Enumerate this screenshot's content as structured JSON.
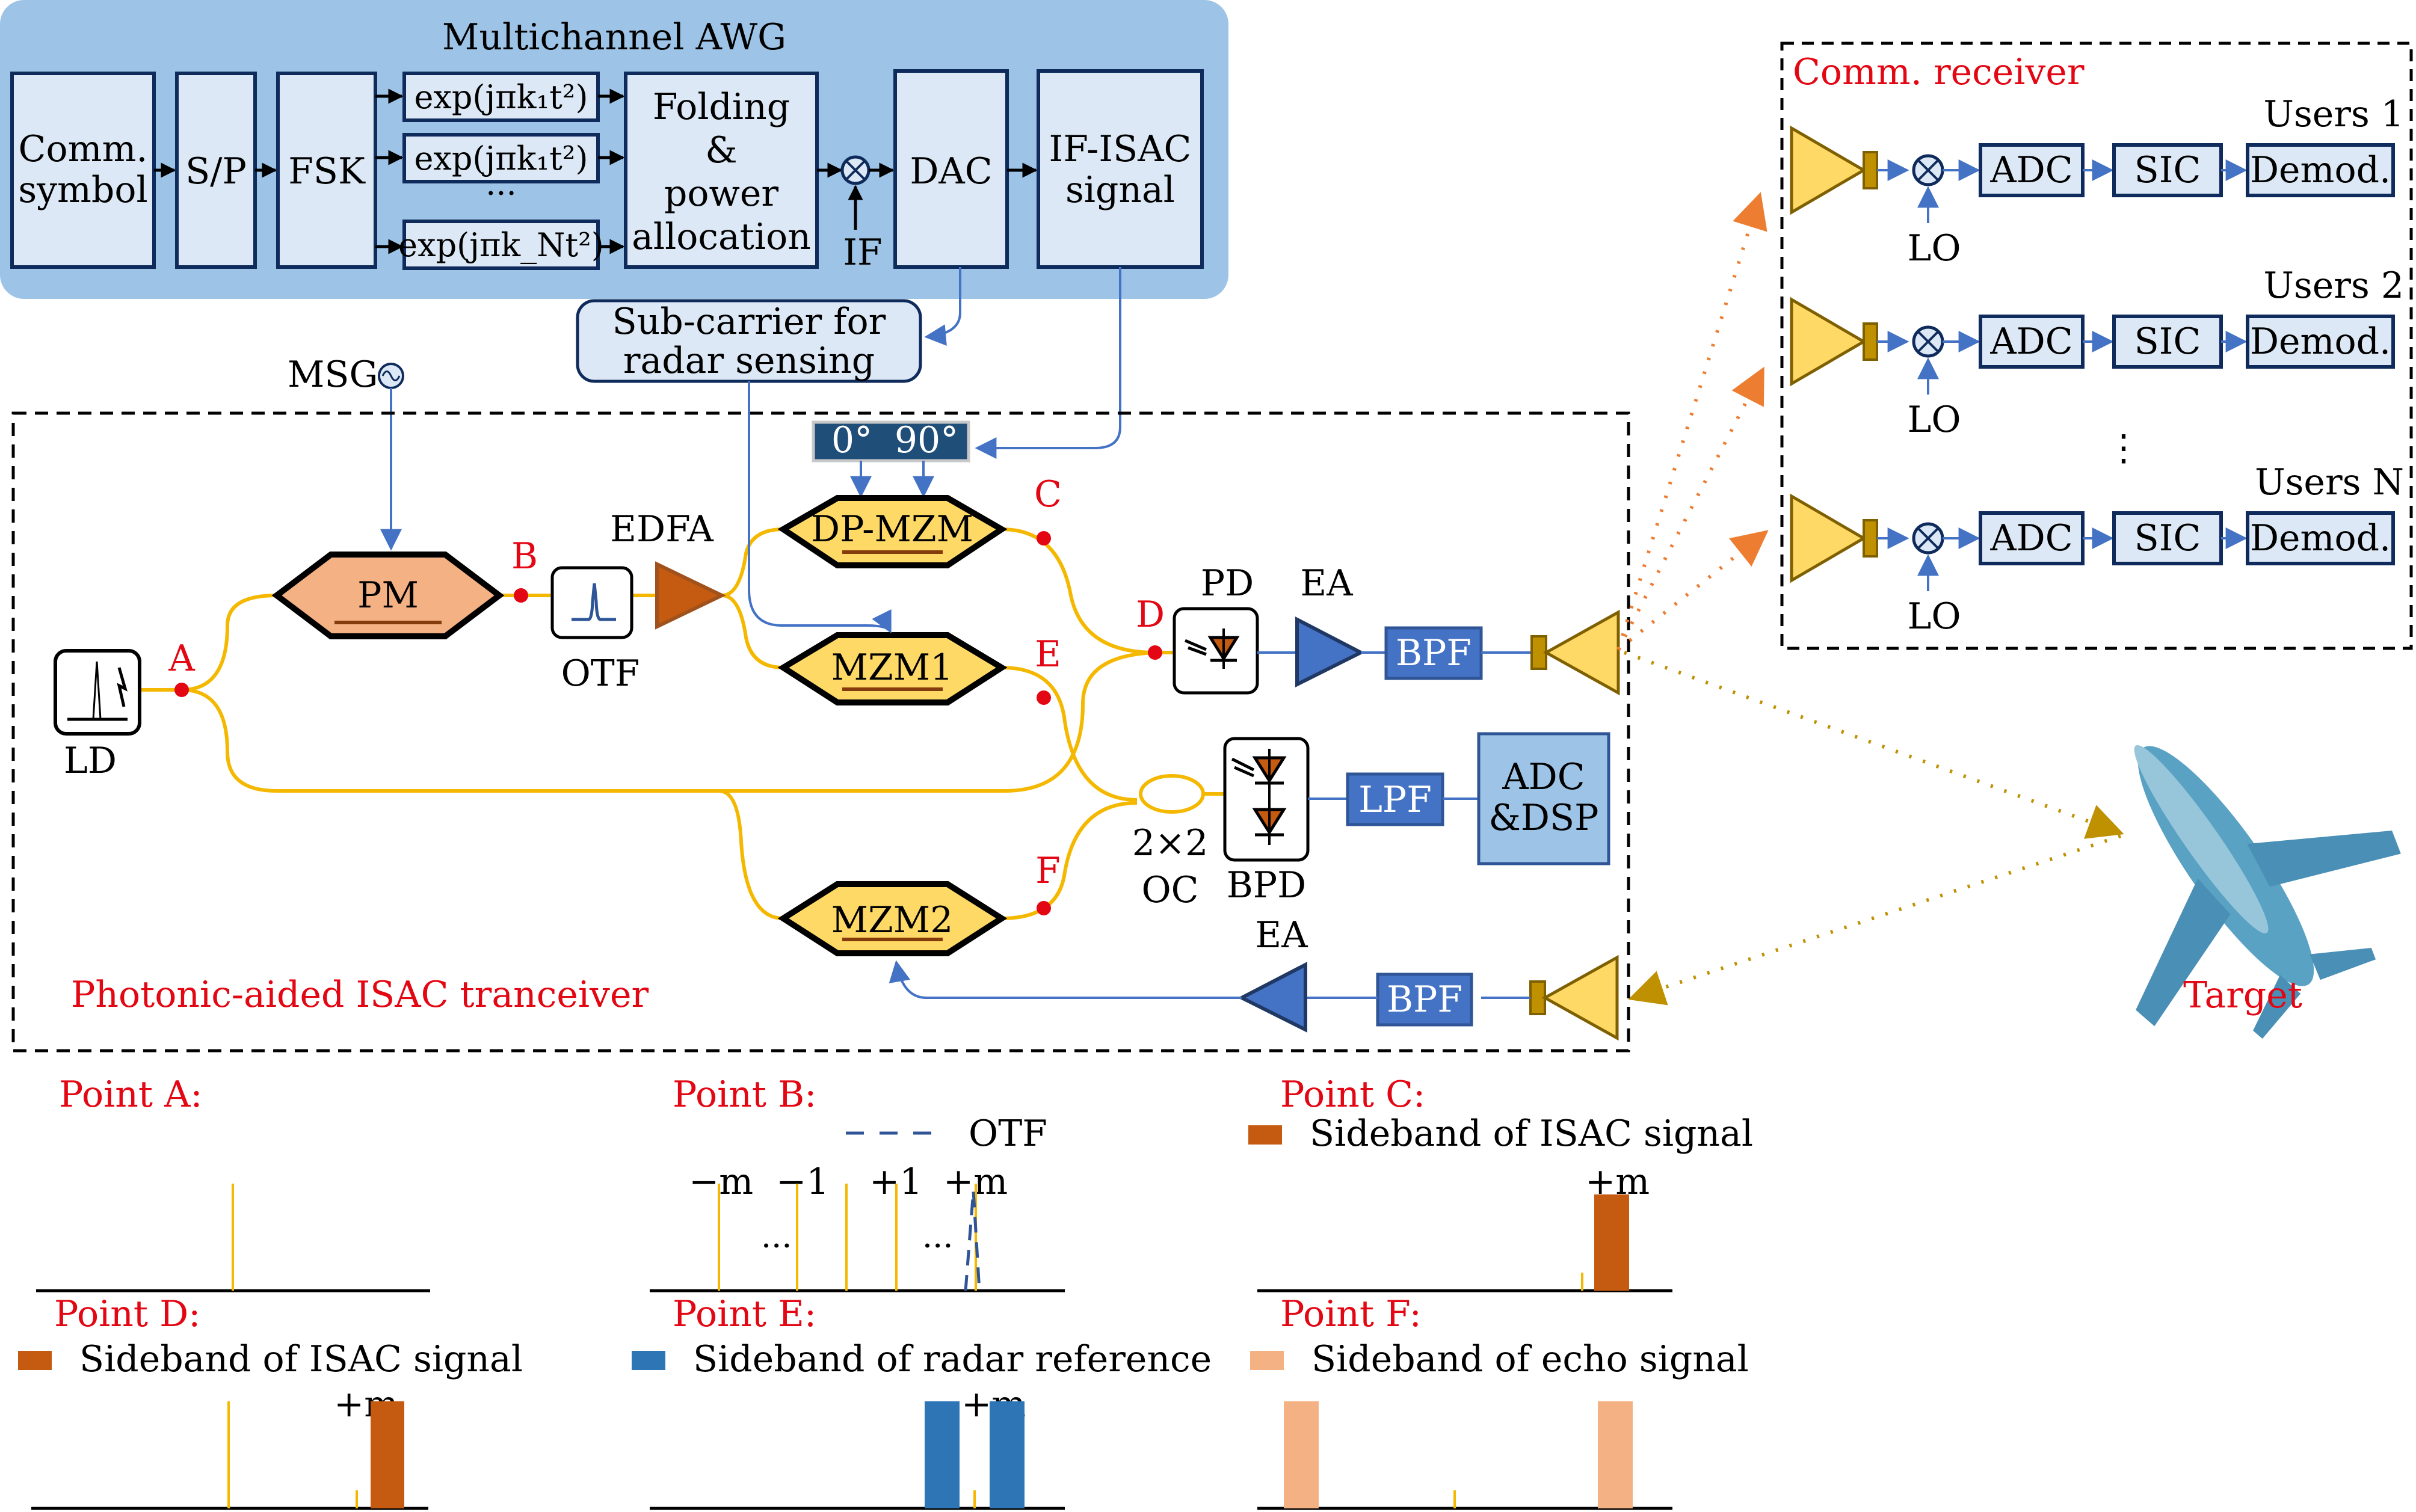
{
  "awg": {
    "title": "Multichannel AWG",
    "blocks": {
      "comm_symbol": [
        "Comm.",
        "symbol"
      ],
      "sp": "S/P",
      "fsk": "FSK",
      "chirps": [
        "exp(jπk₁t²)",
        "exp(jπk₁t²)",
        "···",
        "exp(jπk_Nt²)"
      ],
      "folding": [
        "Folding",
        "&",
        "power",
        "allocation"
      ],
      "if_label": "IF",
      "dac": "DAC",
      "ifisac": [
        "IF-ISAC",
        "signal"
      ]
    }
  },
  "subcarrier": [
    "Sub-carrier for",
    "radar sensing"
  ],
  "msg": "MSG",
  "phase_box": {
    "p0": "0°",
    "p90": "90°"
  },
  "transceiver": {
    "label": "Photonic-aided ISAC tranceiver",
    "ld": "LD",
    "pm": "PM",
    "otf": "OTF",
    "edfa": "EDFA",
    "dpmzm": "DP-MZM",
    "mzm1": "MZM1",
    "mzm2": "MZM2",
    "pd": "PD",
    "ea_tx": "EA",
    "ea_rx": "EA",
    "bpf_tx": "BPF",
    "bpf_rx": "BPF",
    "lpf": "LPF",
    "oc": [
      "2×2",
      "OC"
    ],
    "bpd": "BPD",
    "adc_dsp": [
      "ADC",
      "&DSP"
    ],
    "points": {
      "A": "A",
      "B": "B",
      "C": "C",
      "D": "D",
      "E": "E",
      "F": "F"
    }
  },
  "receiver": {
    "title": "Comm. receiver",
    "users": [
      {
        "label": "Users 1",
        "lo": "LO",
        "adc": "ADC",
        "sic": "SIC",
        "demod": "Demod."
      },
      {
        "label": "Users 2",
        "lo": "LO",
        "adc": "ADC",
        "sic": "SIC",
        "demod": "Demod."
      },
      {
        "label": "Users N",
        "lo": "LO",
        "adc": "ADC",
        "sic": "SIC",
        "demod": "Demod."
      }
    ],
    "ellipsis": "⋮"
  },
  "target": {
    "label": "Target"
  },
  "spectra": {
    "A": {
      "title": "Point A:"
    },
    "B": {
      "title": "Point B:",
      "legend": "OTF",
      "labels": [
        "−m",
        "−1",
        "+1",
        "+m"
      ],
      "dots": [
        "···",
        "···"
      ]
    },
    "C": {
      "title": "Point C:",
      "legend": "Sideband of ISAC signal",
      "mark": "+m"
    },
    "D": {
      "title": "Point D:",
      "legend": "Sideband of ISAC signal",
      "mark": "+m"
    },
    "E": {
      "title": "Point E:",
      "legend": "Sideband of radar reference",
      "mark": "+m"
    },
    "F": {
      "title": "Point F:",
      "legend": "Sideband of echo signal"
    }
  },
  "colors": {
    "awg_bg": "#9dc3e6",
    "block_fill": "#dce8f5",
    "block_stroke": "#0f2b5b",
    "fiber": "#f5b800",
    "electrical": "#4472c4",
    "point_red": "#e30613",
    "pm_fill": "#f4b183",
    "mzm_fill": "#ffd966",
    "isac_sideband": "#c55a11",
    "radar_sideband": "#2e75b6",
    "echo_sideband": "#f4b183",
    "phase_box": "#1f4e79"
  }
}
